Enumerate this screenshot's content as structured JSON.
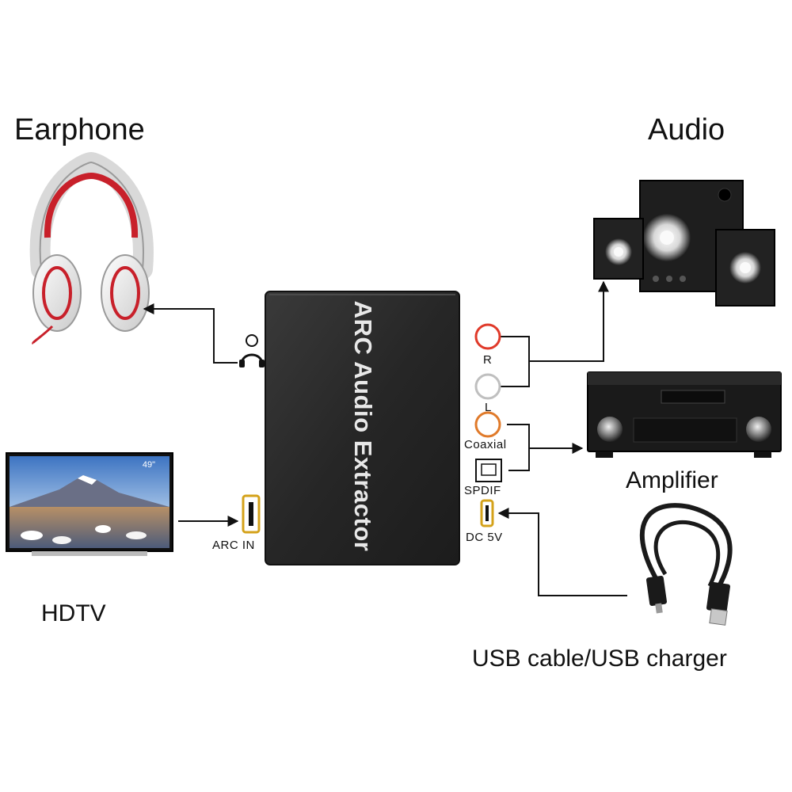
{
  "labels": {
    "earphone": "Earphone",
    "audio": "Audio",
    "amplifier": "Amplifier",
    "hdtv": "HDTV",
    "usb": "USB cable/USB charger"
  },
  "device": {
    "title": "ARC Audio Extractor",
    "ports": {
      "arc_in": "ARC IN",
      "right": "R",
      "left": "L",
      "coaxial": "Coaxial",
      "spdif": "SPDIF",
      "dc": "DC 5V"
    }
  },
  "tv": {
    "screen_size": "49\""
  },
  "colors": {
    "device_body": "#2b2b2b",
    "rca_red": "#e03a2a",
    "rca_white": "#bfbfbf",
    "coaxial_orange": "#e07a2a",
    "hdmi_gold": "#d4a21a",
    "headphone_red": "#c8202a",
    "line": "#111111"
  }
}
